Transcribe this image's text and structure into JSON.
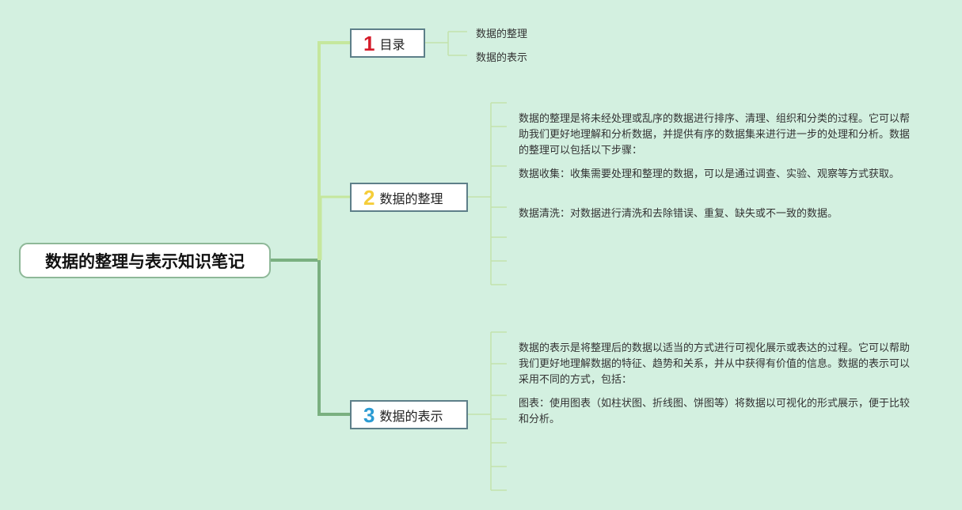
{
  "root": {
    "title": "数据的整理与表示知识笔记"
  },
  "colors": {
    "background": "#d3f0e0",
    "num1": "#d51c2a",
    "num2": "#f5cd3a",
    "num3": "#2b9bd3",
    "branch_main": "#7ab080",
    "branch_light": "#c5e79d",
    "leaf_line": "#c3e2ac"
  },
  "topics": [
    {
      "number": "1",
      "label": "目录",
      "items": [
        "数据的整理",
        "数据的表示"
      ]
    },
    {
      "number": "2",
      "label": "数据的整理",
      "paragraphs": [
        "数据的整理是将未经处理或乱序的数据进行排序、清理、组织和分类的过程。它可以帮助我们更好地理解和分析数据，并提供有序的数据集来进行进一步的处理和分析。数据的整理可以包括以下步骤：",
        "数据收集：收集需要处理和整理的数据，可以是通过调查、实验、观察等方式获取。",
        "数据清洗：对数据进行清洗和去除错误、重复、缺失或不一致的数据。"
      ]
    },
    {
      "number": "3",
      "label": "数据的表示",
      "paragraphs": [
        "数据的表示是将整理后的数据以适当的方式进行可视化展示或表达的过程。它可以帮助我们更好地理解数据的特征、趋势和关系，并从中获得有价值的信息。数据的表示可以采用不同的方式，包括：",
        "图表：使用图表（如柱状图、折线图、饼图等）将数据以可视化的形式展示，便于比较和分析。"
      ]
    }
  ]
}
